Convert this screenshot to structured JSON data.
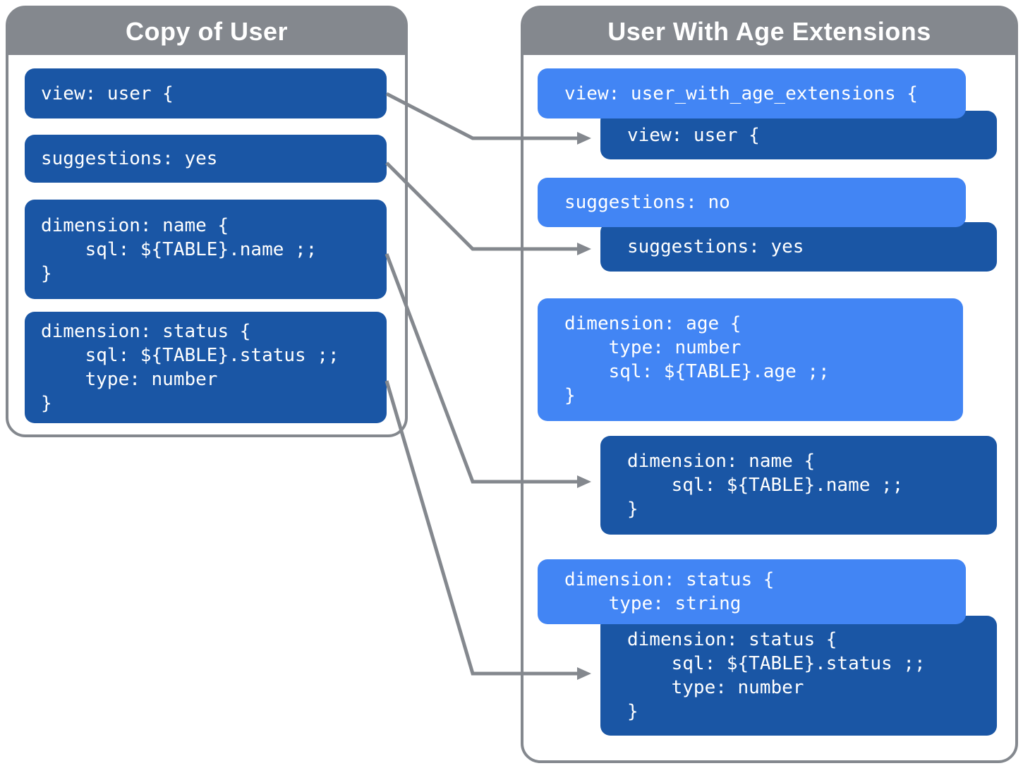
{
  "colors": {
    "panel_gray": "#84888E",
    "dark_blue": "#1A56A5",
    "light_blue": "#4285F4",
    "text_white": "#FFFFFF"
  },
  "left_panel": {
    "title": "Copy of User",
    "blocks": [
      {
        "code": "view: user {"
      },
      {
        "code": "suggestions: yes"
      },
      {
        "code": "dimension: name {\n    sql: ${TABLE}.name ;;\n}"
      },
      {
        "code": "dimension: status {\n    sql: ${TABLE}.status ;;\n    type: number\n}"
      }
    ]
  },
  "right_panel": {
    "title": "User With Age Extensions",
    "blocks": [
      {
        "layer": "override",
        "code": "view: user_with_age_extensions {"
      },
      {
        "layer": "base",
        "code": "view: user {"
      },
      {
        "layer": "override",
        "code": "suggestions: no"
      },
      {
        "layer": "base",
        "code": "suggestions: yes"
      },
      {
        "layer": "override",
        "code": "dimension: age {\n    type: number\n    sql: ${TABLE}.age ;;\n}"
      },
      {
        "layer": "base",
        "code": "dimension: name {\n    sql: ${TABLE}.name ;;\n}"
      },
      {
        "layer": "override",
        "code": "dimension: status {\n    type: string"
      },
      {
        "layer": "base",
        "code": "dimension: status {\n    sql: ${TABLE}.status ;;\n    type: number\n}"
      }
    ]
  }
}
